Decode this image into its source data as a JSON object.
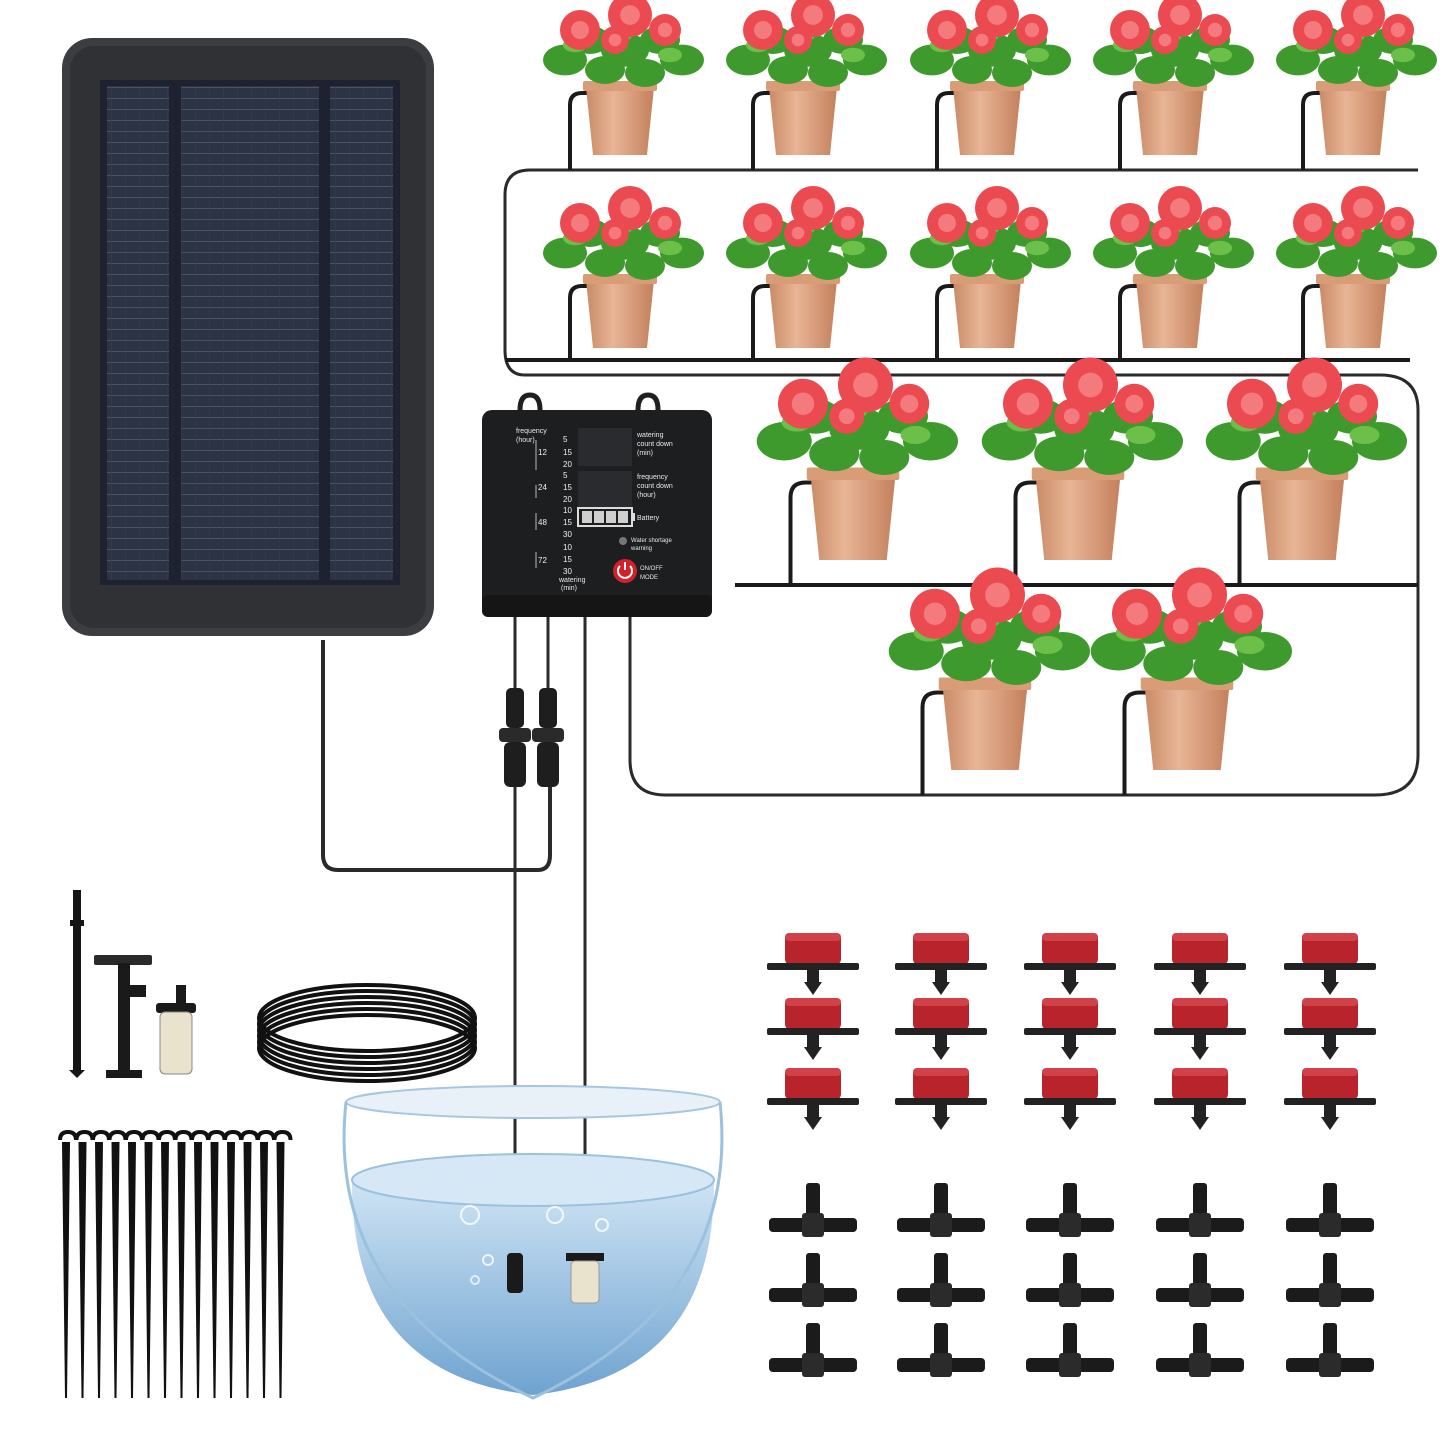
{
  "controller": {
    "frequency_label": "frequency",
    "frequency_unit": "(hour)",
    "groups": [
      {
        "hours": "12",
        "minutes": [
          "5",
          "15",
          "20"
        ]
      },
      {
        "hours": "24",
        "minutes": [
          "5",
          "15",
          "20"
        ]
      },
      {
        "hours": "48",
        "minutes": [
          "10",
          "15",
          "30"
        ]
      },
      {
        "hours": "72",
        "minutes": [
          "10",
          "15",
          "30"
        ]
      }
    ],
    "watering_label": "watering",
    "watering_unit": "(min)",
    "display1_label_1": "watering",
    "display1_label_2": "count down",
    "display1_label_3": "(min)",
    "display2_label_1": "frequency",
    "display2_label_2": "count down",
    "display2_label_3": "(hour)",
    "battery_label": "Battery",
    "water_warning_1": "Water shortage",
    "water_warning_2": "warning",
    "power_label_1": "ON/OFF",
    "power_label_2": "MODE"
  },
  "colors": {
    "panel_frame": "#3b3d40",
    "panel_cell": "#2a3142",
    "tube": "#1a1a1a",
    "pot": "#d9a07c",
    "flower": "#ea4a50",
    "leaf": "#3e9a2c",
    "dripper_red": "#b8232c",
    "water": "#9dc6e6"
  },
  "items": {
    "plants_count": 15,
    "drippers_count": 15,
    "tee_connectors_count": 15,
    "ground_stakes_count": 14
  }
}
